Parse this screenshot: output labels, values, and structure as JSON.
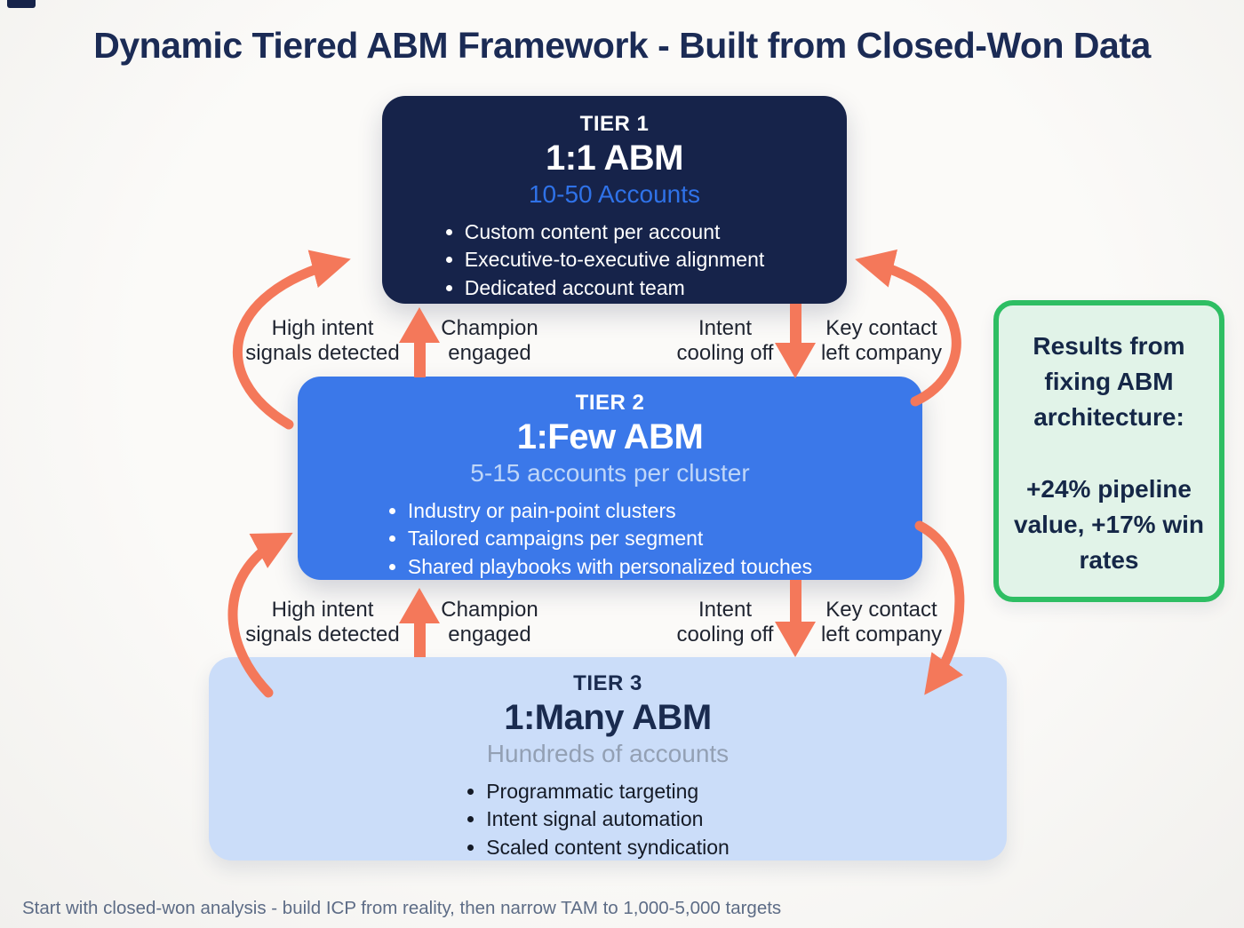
{
  "title": "Dynamic Tiered ABM Framework - Built from Closed-Won Data",
  "colors": {
    "navy": "#16234A",
    "tier2-bg": "#3B78E9",
    "tier3-bg": "#CBDDF9",
    "accent-blue": "#2F72E8",
    "tier2-subtitle": "#BFD6F8",
    "tier3-subtitle": "#93A0B4",
    "coral": "#F4785A",
    "green-border": "#2EBE63",
    "green-bg": "#E1F3E8",
    "footer-gray": "#5D6C86"
  },
  "tiers": [
    {
      "label": "TIER 1",
      "heading": "1:1 ABM",
      "subtitle": "10-50 Accounts",
      "bullets": [
        "Custom content per account",
        "Executive-to-executive alignment",
        "Dedicated account team"
      ]
    },
    {
      "label": "TIER 2",
      "heading": "1:Few ABM",
      "subtitle": "5-15 accounts per cluster",
      "bullets": [
        "Industry or pain-point clusters",
        "Tailored campaigns per segment",
        "Shared playbooks with personalized touches"
      ]
    },
    {
      "label": "TIER 3",
      "heading": "1:Many ABM",
      "subtitle": "Hundreds of accounts",
      "bullets": [
        "Programmatic targeting",
        "Intent signal automation",
        "Scaled content syndication"
      ]
    }
  ],
  "transitions": {
    "upper": {
      "high_intent": "High intent\nsignals detected",
      "champion": "Champion\nengaged",
      "intent_cooling": "Intent\ncooling off",
      "key_contact": "Key contact\nleft company"
    },
    "lower": {
      "high_intent": "High intent\nsignals detected",
      "champion": "Champion\nengaged",
      "intent_cooling": "Intent\ncooling off",
      "key_contact": "Key contact\nleft company"
    }
  },
  "results_box": {
    "heading": "Results from fixing ABM architecture:",
    "stats": "+24% pipeline value, +17% win rates"
  },
  "footer": "Start with closed-won analysis - build ICP from reality, then narrow TAM to 1,000-5,000 targets"
}
